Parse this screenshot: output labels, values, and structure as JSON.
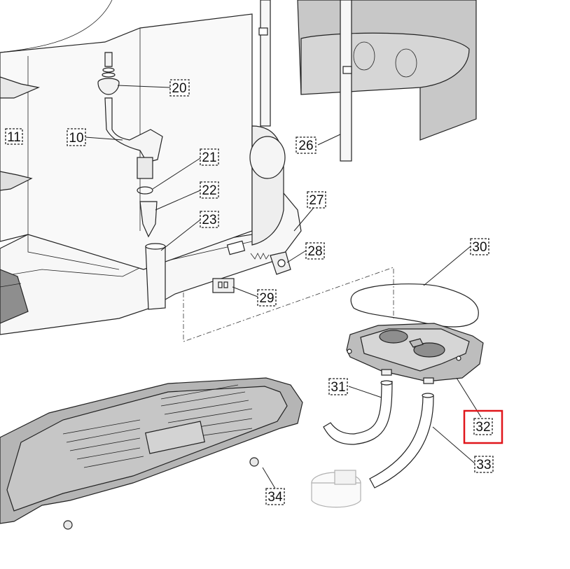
{
  "diagram": {
    "callouts": [
      {
        "id": "c10",
        "label": "10"
      },
      {
        "id": "c11",
        "label": "11"
      },
      {
        "id": "c20",
        "label": "20"
      },
      {
        "id": "c21",
        "label": "21"
      },
      {
        "id": "c22",
        "label": "22"
      },
      {
        "id": "c23",
        "label": "23"
      },
      {
        "id": "c26",
        "label": "26"
      },
      {
        "id": "c27",
        "label": "27"
      },
      {
        "id": "c28",
        "label": "28"
      },
      {
        "id": "c29",
        "label": "29"
      },
      {
        "id": "c30",
        "label": "30"
      },
      {
        "id": "c31",
        "label": "31"
      },
      {
        "id": "c32",
        "label": "32"
      },
      {
        "id": "c33",
        "label": "33"
      },
      {
        "id": "c34",
        "label": "34"
      }
    ],
    "highlighted": "32",
    "highlight_color": "#e0161b",
    "part_fill_light": "#f3f3f3",
    "part_fill_gray": "#bdbdbd",
    "part_fill_dark": "#8e8e8e",
    "line_color": "#222222"
  }
}
